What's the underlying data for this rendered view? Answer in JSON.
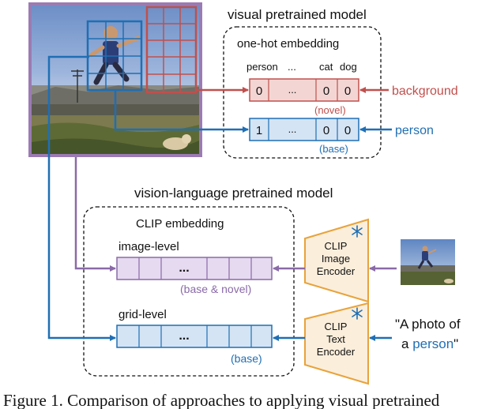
{
  "figure": {
    "visual_title": "visual pretrained model",
    "onehot_title": "one-hot embedding",
    "onehot_headers": [
      "person",
      "...",
      "cat",
      "dog"
    ],
    "bg_row": [
      "0",
      "...",
      "0",
      "0"
    ],
    "person_row": [
      "1",
      "...",
      "0",
      "0"
    ],
    "novel_label": "(novel)",
    "base_label_top": "(base)",
    "background_label": "background",
    "person_label": "person",
    "vl_title": "vision-language pretrained model",
    "clip_embedding_title": "CLIP embedding",
    "image_level_label": "image-level",
    "image_level_dots": "...",
    "base_novel_label": "(base & novel)",
    "grid_level_label": "grid-level",
    "grid_level_dots": "...",
    "base_label_bottom": "(base)",
    "image_encoder": [
      "CLIP",
      "Image",
      "Encoder"
    ],
    "text_encoder": [
      "CLIP",
      "Text",
      "Encoder"
    ],
    "quote_line1": "\"A photo of",
    "quote_a": "a ",
    "quote_person": "person",
    "quote_end": "\"",
    "caption": "Figure 1.  Comparison of approaches to applying visual pretrained"
  },
  "colors": {
    "red": "#c0504d",
    "blue": "#1f6fb4",
    "purple": "#8a6aa8",
    "light_red": "#f3d6d4",
    "light_blue": "#d4e4f4",
    "light_purple": "#e6daf0",
    "frame_purple": "#9b7bb3"
  },
  "icons": [
    "snowflake-icon"
  ]
}
